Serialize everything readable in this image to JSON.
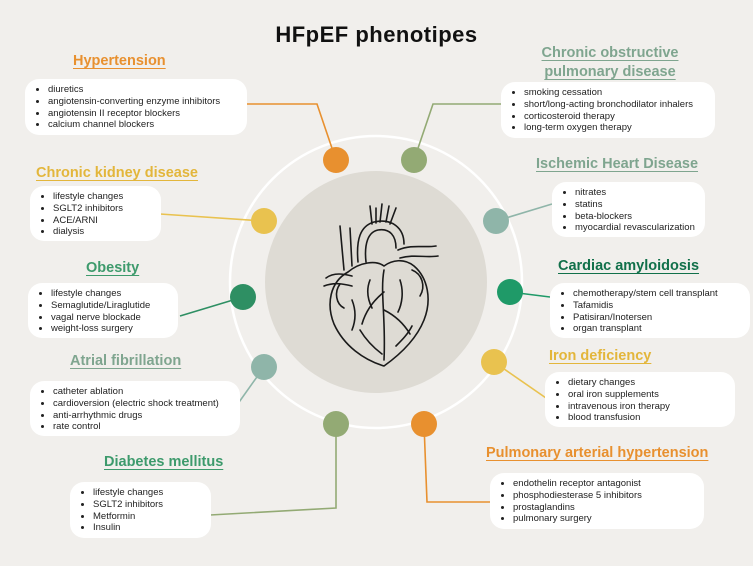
{
  "title": "HFpEF  phenotipes",
  "colors": {
    "orange": "#e8902f",
    "green": "#2e8f63",
    "gold": "#e9c24f",
    "lightgreen": "#93aa74",
    "teal": "#8fb5a9",
    "darkgreen": "#1f9a68",
    "heading_orange": "#e8902f",
    "heading_gold": "#e3b63b",
    "heading_green": "#3d9a6c",
    "heading_lightgreen": "#7fa58f",
    "heading_darkgreen": "#11704a"
  },
  "phenotypes": {
    "hypertension": {
      "heading": "Hypertension",
      "items": [
        "diuretics",
        "angiotensin-converting enzyme inhibitors",
        "angiotensin II receptor blockers",
        "calcium channel blockers"
      ]
    },
    "ckd": {
      "heading": "Chronic kidney disease",
      "items": [
        "lifestyle changes",
        "SGLT2 inhibitors",
        "ACE/ARNI",
        "dialysis"
      ]
    },
    "obesity": {
      "heading": "Obesity",
      "items": [
        "lifestyle changes",
        "Semaglutide/Liraglutide",
        "vagal nerve blockade",
        "weight-loss surgery"
      ]
    },
    "af": {
      "heading": "Atrial fibrillation",
      "items": [
        "catheter ablation",
        "cardioversion (electric shock treatment)",
        "anti-arrhythmic drugs",
        "rate control"
      ]
    },
    "diabetes": {
      "heading": "Diabetes mellitus",
      "items": [
        "lifestyle changes",
        "SGLT2 inhibitors",
        "Metformin",
        "Insulin"
      ]
    },
    "copd": {
      "heading_line1": "Chronic obstructive",
      "heading_line2": "pulmonary disease",
      "items": [
        "smoking cessation",
        "short/long-acting bronchodilator inhalers",
        "corticosteroid therapy",
        "long-term oxygen therapy"
      ]
    },
    "ihd": {
      "heading": "Ischemic Heart Disease",
      "items": [
        "nitrates",
        "statins",
        "beta-blockers",
        "myocardial revascularization"
      ]
    },
    "amyloidosis": {
      "heading": "Cardiac amyloidosis",
      "items": [
        "chemotherapy/stem cell transplant",
        "Tafamidis",
        "Patisiran/Inotersen",
        "organ transplant"
      ]
    },
    "iron": {
      "heading": "Iron deficiency",
      "items": [
        "dietary changes",
        "oral iron supplements",
        "intravenous iron therapy",
        "blood transfusion"
      ]
    },
    "pah": {
      "heading": "Pulmonary arterial hypertension",
      "items": [
        "endothelin receptor antagonist",
        "phosphodiesterase 5 inhibitors",
        "prostaglandins",
        "pulmonary surgery"
      ]
    }
  }
}
